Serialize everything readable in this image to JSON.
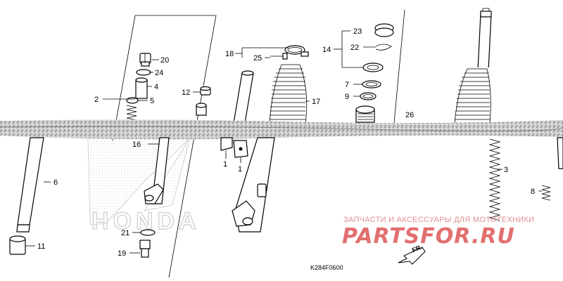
{
  "callouts": {
    "c1a": "1",
    "c1b": "1",
    "c2": "2",
    "c3": "3",
    "c4": "4",
    "c5": "5",
    "c6": "6",
    "c7": "7",
    "c8": "8",
    "c9": "9",
    "c11": "11",
    "c12": "12",
    "c14": "14",
    "c16": "16",
    "c17": "17",
    "c18": "18",
    "c19": "19",
    "c20": "20",
    "c21": "21",
    "c22": "22",
    "c23": "23",
    "c24": "24",
    "c25": "25",
    "c26": "26"
  },
  "diagram_code": "K284F0600",
  "direction_label": "FR.",
  "watermark": {
    "honda_logo": "HONDA",
    "caption": "ЗАПЧАСТИ И АКСЕССУАРЫ ДЛЯ МОТОТЕХНИКИ",
    "brand": "PARTSFOR.RU"
  },
  "colors": {
    "line": "#000000",
    "watermark_text": "#e26f6f",
    "logo_gray": "#b0b0b0"
  }
}
